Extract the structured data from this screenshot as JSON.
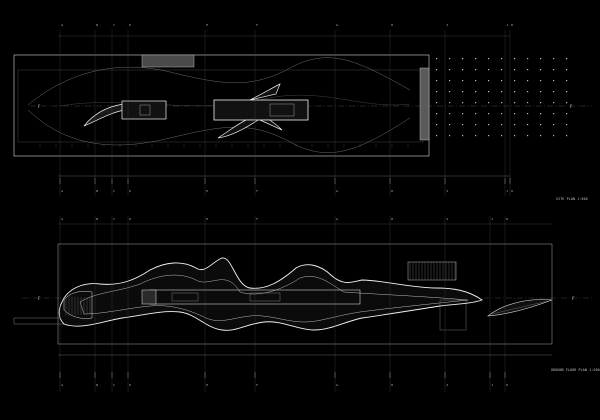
{
  "drawing": {
    "background": "#000000",
    "line_color": "#e6e6e6",
    "dim_color": "#8a8a8a",
    "panels": [
      {
        "id": "upper-plan",
        "caption": "SITE PLAN  1:500",
        "grid_labels": [
          "A",
          "B",
          "C",
          "D",
          "E",
          "F",
          "G",
          "H",
          "I",
          "J",
          "K"
        ],
        "section_marks": [
          "F",
          "F"
        ]
      },
      {
        "id": "lower-plan",
        "caption": "GROUND FLOOR PLAN  1:200",
        "grid_labels": [
          "A",
          "B",
          "C",
          "D",
          "E",
          "F",
          "G",
          "H",
          "I",
          "J",
          "K"
        ],
        "section_marks": [
          "F",
          "F"
        ]
      }
    ]
  }
}
